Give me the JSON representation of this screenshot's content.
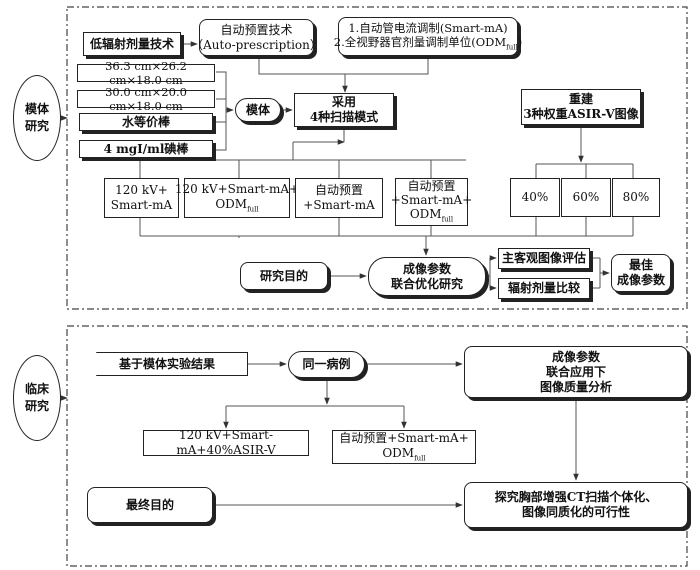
{
  "phantom": {
    "label": "模体研究",
    "low_dose": "低辐射剂量技术",
    "auto_prescription_line1": "自动预置技术",
    "auto_prescription_line2": "（Auto-prescription）",
    "modulation_line1": "1.自动管电流调制(Smart-mA)",
    "modulation_line2": "2.全视野器官剂量调制单位(ODM",
    "modulation_sub": "full",
    "modulation_end": ")",
    "size1": "36.3 cm×26.2 cm×18.0 cm",
    "size2": "30.0 cm×20.0 cm×18.0 cm",
    "water_rod": "水等价棒",
    "iodine_rod": "4 mgI/ml碘棒",
    "phantom_node": "模体",
    "scan_line1": "采用",
    "scan_line2": "4种扫描模式",
    "rebuild_line1": "重建",
    "rebuild_line2": "3种权重ASIR-V图像",
    "mode1_line1": "120 kV+",
    "mode1_line2": "Smart-mA",
    "mode2_line1": "120 kV+Smart-mA+",
    "mode2_line2": "ODM",
    "mode2_sub": "full",
    "mode3_line1": "自动预置",
    "mode3_line2": "+Smart-mA",
    "mode4_line1": "自动预置",
    "mode4_line2": "+Smart-mA+",
    "mode4_line3": "ODM",
    "mode4_sub": "full",
    "weight1": "40%",
    "weight2": "60%",
    "weight3": "80%",
    "purpose": "研究目的",
    "joint_line1": "成像参数",
    "joint_line2": "联合优化研究",
    "eval": "主客观图像评估",
    "dose_compare": "辐射剂量比较",
    "best_line1": "最佳",
    "best_line2": "成像参数"
  },
  "clinical": {
    "label": "临床研究",
    "based_on": "基于模体实验结果",
    "same_case": "同一病例",
    "apply_line1": "成像参数",
    "apply_line2": "联合应用下",
    "apply_line3": "图像质量分析",
    "protocol1": "120 kV+Smart-mA+40%ASIR-V",
    "protocol2_line1": "自动预置+Smart-mA+",
    "protocol2_line2": "ODM",
    "protocol2_sub": "full",
    "final_goal": "最终目的",
    "explore_line1": "探究胸部增强CT扫描个体化、",
    "explore_line2": "图像同质化的可行性"
  }
}
